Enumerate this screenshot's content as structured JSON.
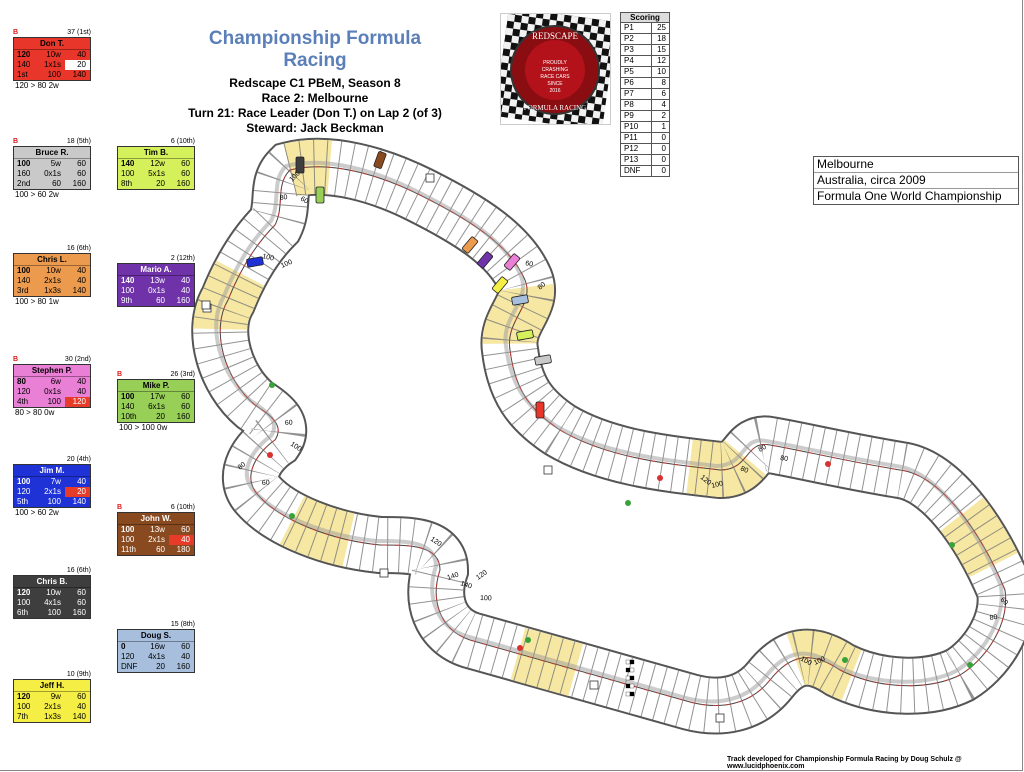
{
  "header": {
    "title": "Championship Formula Racing",
    "line1": "Redscape C1 PBeM, Season 8",
    "line2": "Race 2: Melbourne",
    "line3": "Turn 21: Race Leader (Don T.) on Lap 2 (of 3)",
    "line4": "Steward: Jack Beckman"
  },
  "logo": {
    "top": "REDSCAPE",
    "middle1": "PROUDLY",
    "middle2": "CRASHING",
    "middle3": "RACE CARS",
    "middle4": "SINCE",
    "middle5": "2016",
    "bottom": "FORMULA RACING"
  },
  "scoring": {
    "title": "Scoring",
    "rows": [
      [
        "P1",
        "25"
      ],
      [
        "P2",
        "18"
      ],
      [
        "P3",
        "15"
      ],
      [
        "P4",
        "12"
      ],
      [
        "P5",
        "10"
      ],
      [
        "P6",
        "8"
      ],
      [
        "P7",
        "6"
      ],
      [
        "P8",
        "4"
      ],
      [
        "P9",
        "2"
      ],
      [
        "P10",
        "1"
      ],
      [
        "P11",
        "0"
      ],
      [
        "P12",
        "0"
      ],
      [
        "P13",
        "0"
      ],
      [
        "DNF",
        "0"
      ]
    ]
  },
  "track_info": {
    "name": "Melbourne",
    "era": "Australia, circa 2009",
    "series": "Formula One World Championship"
  },
  "drivers": [
    {
      "id": "don",
      "b": "B",
      "rank": "37 (1st)",
      "name": "Don T.",
      "bg": "#e8372a",
      "fg": "#000000",
      "rows": [
        [
          "120",
          "10w",
          "40"
        ],
        [
          "140",
          "1x1s",
          "20"
        ],
        [
          "1st",
          "100",
          "140"
        ]
      ],
      "hl": [
        [
          1,
          2,
          "wh"
        ]
      ],
      "foot": "120 > 80 2w"
    },
    {
      "id": "bruce",
      "b": "B",
      "rank": "18 (5th)",
      "name": "Bruce R.",
      "bg": "#c9c9c9",
      "fg": "#000000",
      "rows": [
        [
          "100",
          "5w",
          "60"
        ],
        [
          "160",
          "0x1s",
          "60"
        ],
        [
          "2nd",
          "60",
          "160"
        ]
      ],
      "hl": [],
      "foot": "100 > 60 2w"
    },
    {
      "id": "tim",
      "b": "",
      "rank": "6 (10th)",
      "name": "Tim B.",
      "bg": "#d4f05a",
      "fg": "#000000",
      "rows": [
        [
          "140",
          "12w",
          "60"
        ],
        [
          "100",
          "5x1s",
          "60"
        ],
        [
          "8th",
          "20",
          "160"
        ]
      ],
      "hl": [],
      "foot": ""
    },
    {
      "id": "chris-l",
      "b": "",
      "rank": "16 (6th)",
      "name": "Chris L.",
      "bg": "#eb9a4e",
      "fg": "#000000",
      "rows": [
        [
          "100",
          "10w",
          "40"
        ],
        [
          "140",
          "2x1s",
          "40"
        ],
        [
          "3rd",
          "1x3s",
          "140"
        ]
      ],
      "hl": [],
      "foot": "100 > 80 1w"
    },
    {
      "id": "mario",
      "b": "",
      "rank": "2 (12th)",
      "name": "Mario A.",
      "bg": "#6f32a8",
      "fg": "#ffffff",
      "rows": [
        [
          "140",
          "13w",
          "40"
        ],
        [
          "100",
          "0x1s",
          "40"
        ],
        [
          "9th",
          "60",
          "160"
        ]
      ],
      "hl": [],
      "foot": ""
    },
    {
      "id": "stephen",
      "b": "B",
      "rank": "30 (2nd)",
      "name": "Stephen P.",
      "bg": "#ea7fd6",
      "fg": "#000000",
      "rows": [
        [
          "80",
          "6w",
          "40"
        ],
        [
          "120",
          "0x1s",
          "40"
        ],
        [
          "4th",
          "100",
          "120"
        ]
      ],
      "hl": [
        [
          2,
          2,
          "hl"
        ]
      ],
      "foot": "80 > 80 0w"
    },
    {
      "id": "mike",
      "b": "B",
      "rank": "26 (3rd)",
      "name": "Mike P.",
      "bg": "#97cf57",
      "fg": "#000000",
      "rows": [
        [
          "100",
          "17w",
          "60"
        ],
        [
          "140",
          "6x1s",
          "60"
        ],
        [
          "10th",
          "20",
          "160"
        ]
      ],
      "hl": [],
      "foot": "100 > 100 0w"
    },
    {
      "id": "jim",
      "b": "",
      "rank": "20 (4th)",
      "name": "Jim M.",
      "bg": "#1f32d6",
      "fg": "#ffffff",
      "rows": [
        [
          "100",
          "7w",
          "40"
        ],
        [
          "120",
          "2x1s",
          "20"
        ],
        [
          "5th",
          "100",
          "140"
        ]
      ],
      "hl": [
        [
          1,
          2,
          "hl"
        ]
      ],
      "foot": "100 > 60 2w"
    },
    {
      "id": "john",
      "b": "B",
      "rank": "6 (10th)",
      "name": "John W.",
      "bg": "#8a4a1f",
      "fg": "#ffffff",
      "rows": [
        [
          "100",
          "13w",
          "60"
        ],
        [
          "100",
          "2x1s",
          "40"
        ],
        [
          "11th",
          "60",
          "180"
        ]
      ],
      "hl": [
        [
          1,
          2,
          "hl"
        ]
      ],
      "foot": ""
    },
    {
      "id": "chris-b",
      "b": "",
      "rank": "16 (6th)",
      "name": "Chris B.",
      "bg": "#3e3e3e",
      "fg": "#ffffff",
      "rows": [
        [
          "120",
          "10w",
          "60"
        ],
        [
          "100",
          "4x1s",
          "60"
        ],
        [
          "6th",
          "100",
          "160"
        ]
      ],
      "hl": [],
      "foot": ""
    },
    {
      "id": "doug",
      "b": "",
      "rank": "15 (8th)",
      "name": "Doug S.",
      "bg": "#a7bfdd",
      "fg": "#000000",
      "rows": [
        [
          "0",
          "16w",
          "60"
        ],
        [
          "120",
          "4x1s",
          "40"
        ],
        [
          "DNF",
          "20",
          "160"
        ]
      ],
      "hl": [],
      "foot": ""
    },
    {
      "id": "jeff",
      "b": "",
      "rank": "10 (9th)",
      "name": "Jeff H.",
      "bg": "#f5ef45",
      "fg": "#000000",
      "rows": [
        [
          "120",
          "9w",
          "60"
        ],
        [
          "100",
          "2x1s",
          "40"
        ],
        [
          "7th",
          "1x3s",
          "140"
        ]
      ],
      "hl": [],
      "foot": ""
    }
  ],
  "track": {
    "corner_labels": [
      "100",
      "80",
      "60",
      "100",
      "100",
      "80",
      "60",
      "120",
      "140",
      "140",
      "120",
      "100",
      "120",
      "100",
      "80",
      "80",
      "80",
      "60",
      "80",
      "100",
      "100",
      "60",
      "80",
      "60",
      "100"
    ]
  },
  "footer": "Track developed for Championship Formula Racing by Doug Schulz @ www.lucidphoenix.com"
}
